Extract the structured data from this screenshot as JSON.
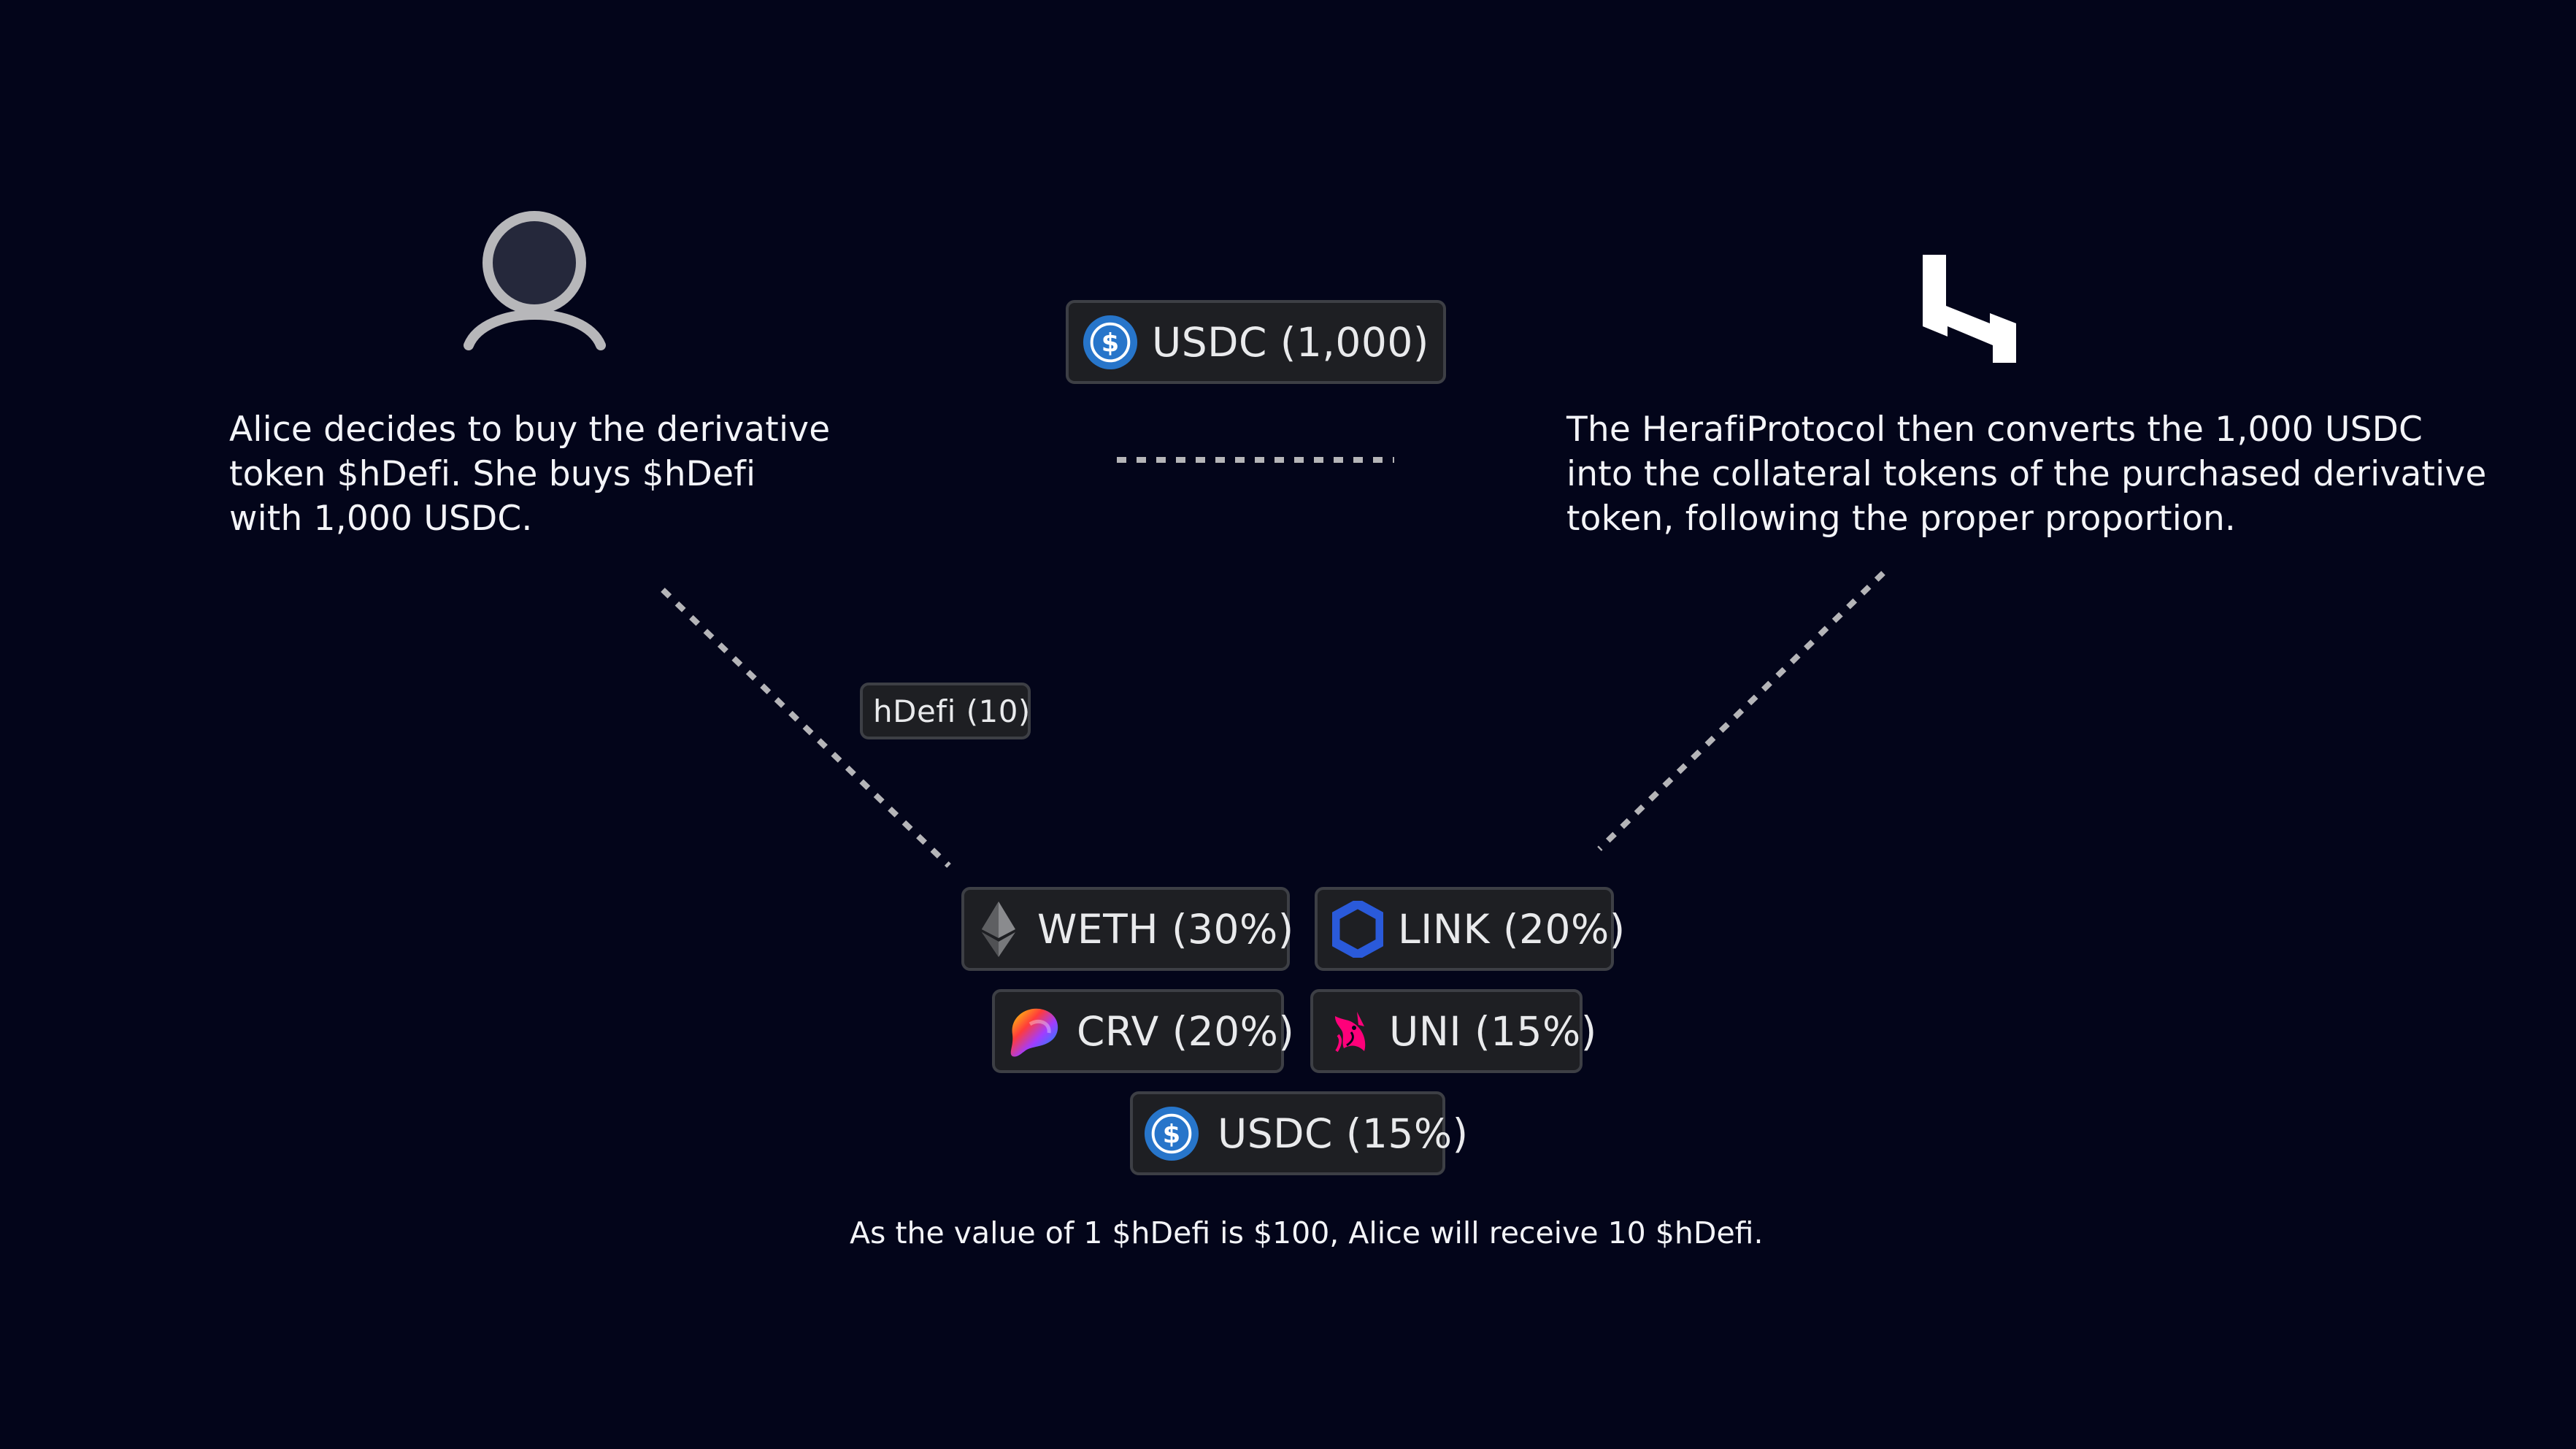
{
  "colors": {
    "background": "#03051a",
    "pill_background": "#1e1f23",
    "pill_border": "#3d3f45",
    "usdc_blue": "#2775ca",
    "link_blue": "#2a5ada",
    "uni_pink": "#ff007a",
    "connector_gray": "#b5b5b8"
  },
  "alice": {
    "icon": "user-icon",
    "caption": "Alice decides to buy the derivative\ntoken $hDefi.  She buys $hDefi\nwith 1,000 USDC."
  },
  "protocol": {
    "icon": "herafi-logo-icon",
    "caption": "The HerafiProtocol then converts the 1,000 USDC\ninto the collateral tokens of the purchased derivative\ntoken, following the proper proportion."
  },
  "transfer_pill": {
    "icon": "usdc-icon",
    "label": "USDC (1,000)"
  },
  "received_pill": {
    "label": "hDefi (10)"
  },
  "collateral_tokens": [
    {
      "icon": "ethereum-icon",
      "label": "WETH (30%)",
      "symbol": "WETH",
      "weight_percent": 30
    },
    {
      "icon": "chainlink-icon",
      "label": "LINK (20%)",
      "symbol": "LINK",
      "weight_percent": 20
    },
    {
      "icon": "curve-icon",
      "label": "CRV (20%)",
      "symbol": "CRV",
      "weight_percent": 20
    },
    {
      "icon": "uniswap-icon",
      "label": "UNI (15%)",
      "symbol": "UNI",
      "weight_percent": 15
    },
    {
      "icon": "usdc-icon",
      "label": "USDC (15%)",
      "symbol": "USDC",
      "weight_percent": 15
    }
  ],
  "footnote": "As the value of 1 $hDefi is $100, Alice will receive 10 $hDefi."
}
